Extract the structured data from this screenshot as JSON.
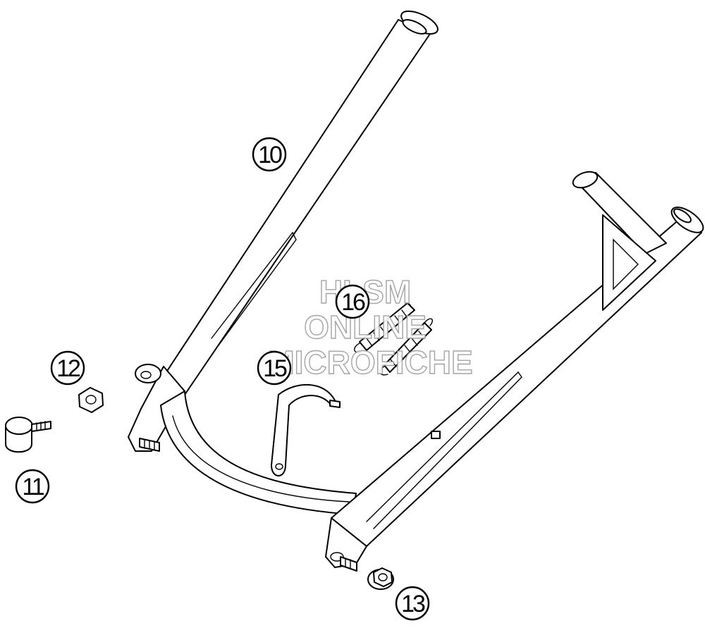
{
  "diagram": {
    "parts": [
      {
        "number": "10",
        "item": "main-stand"
      },
      {
        "number": "11",
        "item": "rubber-bumper"
      },
      {
        "number": "12",
        "item": "hex-nut"
      },
      {
        "number": "13",
        "item": "flange-nut"
      },
      {
        "number": "15",
        "item": "spring-hook"
      },
      {
        "number": "16",
        "item": "return-springs"
      }
    ],
    "callouts": {
      "c10": "10",
      "c11": "11",
      "c12": "12",
      "c13": "13",
      "c15": "15",
      "c16": "16"
    },
    "watermark": {
      "line1": "HLSM",
      "line2": "ONLINE",
      "line3": "MICROFICHE"
    },
    "colors": {
      "line": "#000000",
      "background": "#ffffff",
      "watermark_outline": "#9a9a9a"
    }
  }
}
